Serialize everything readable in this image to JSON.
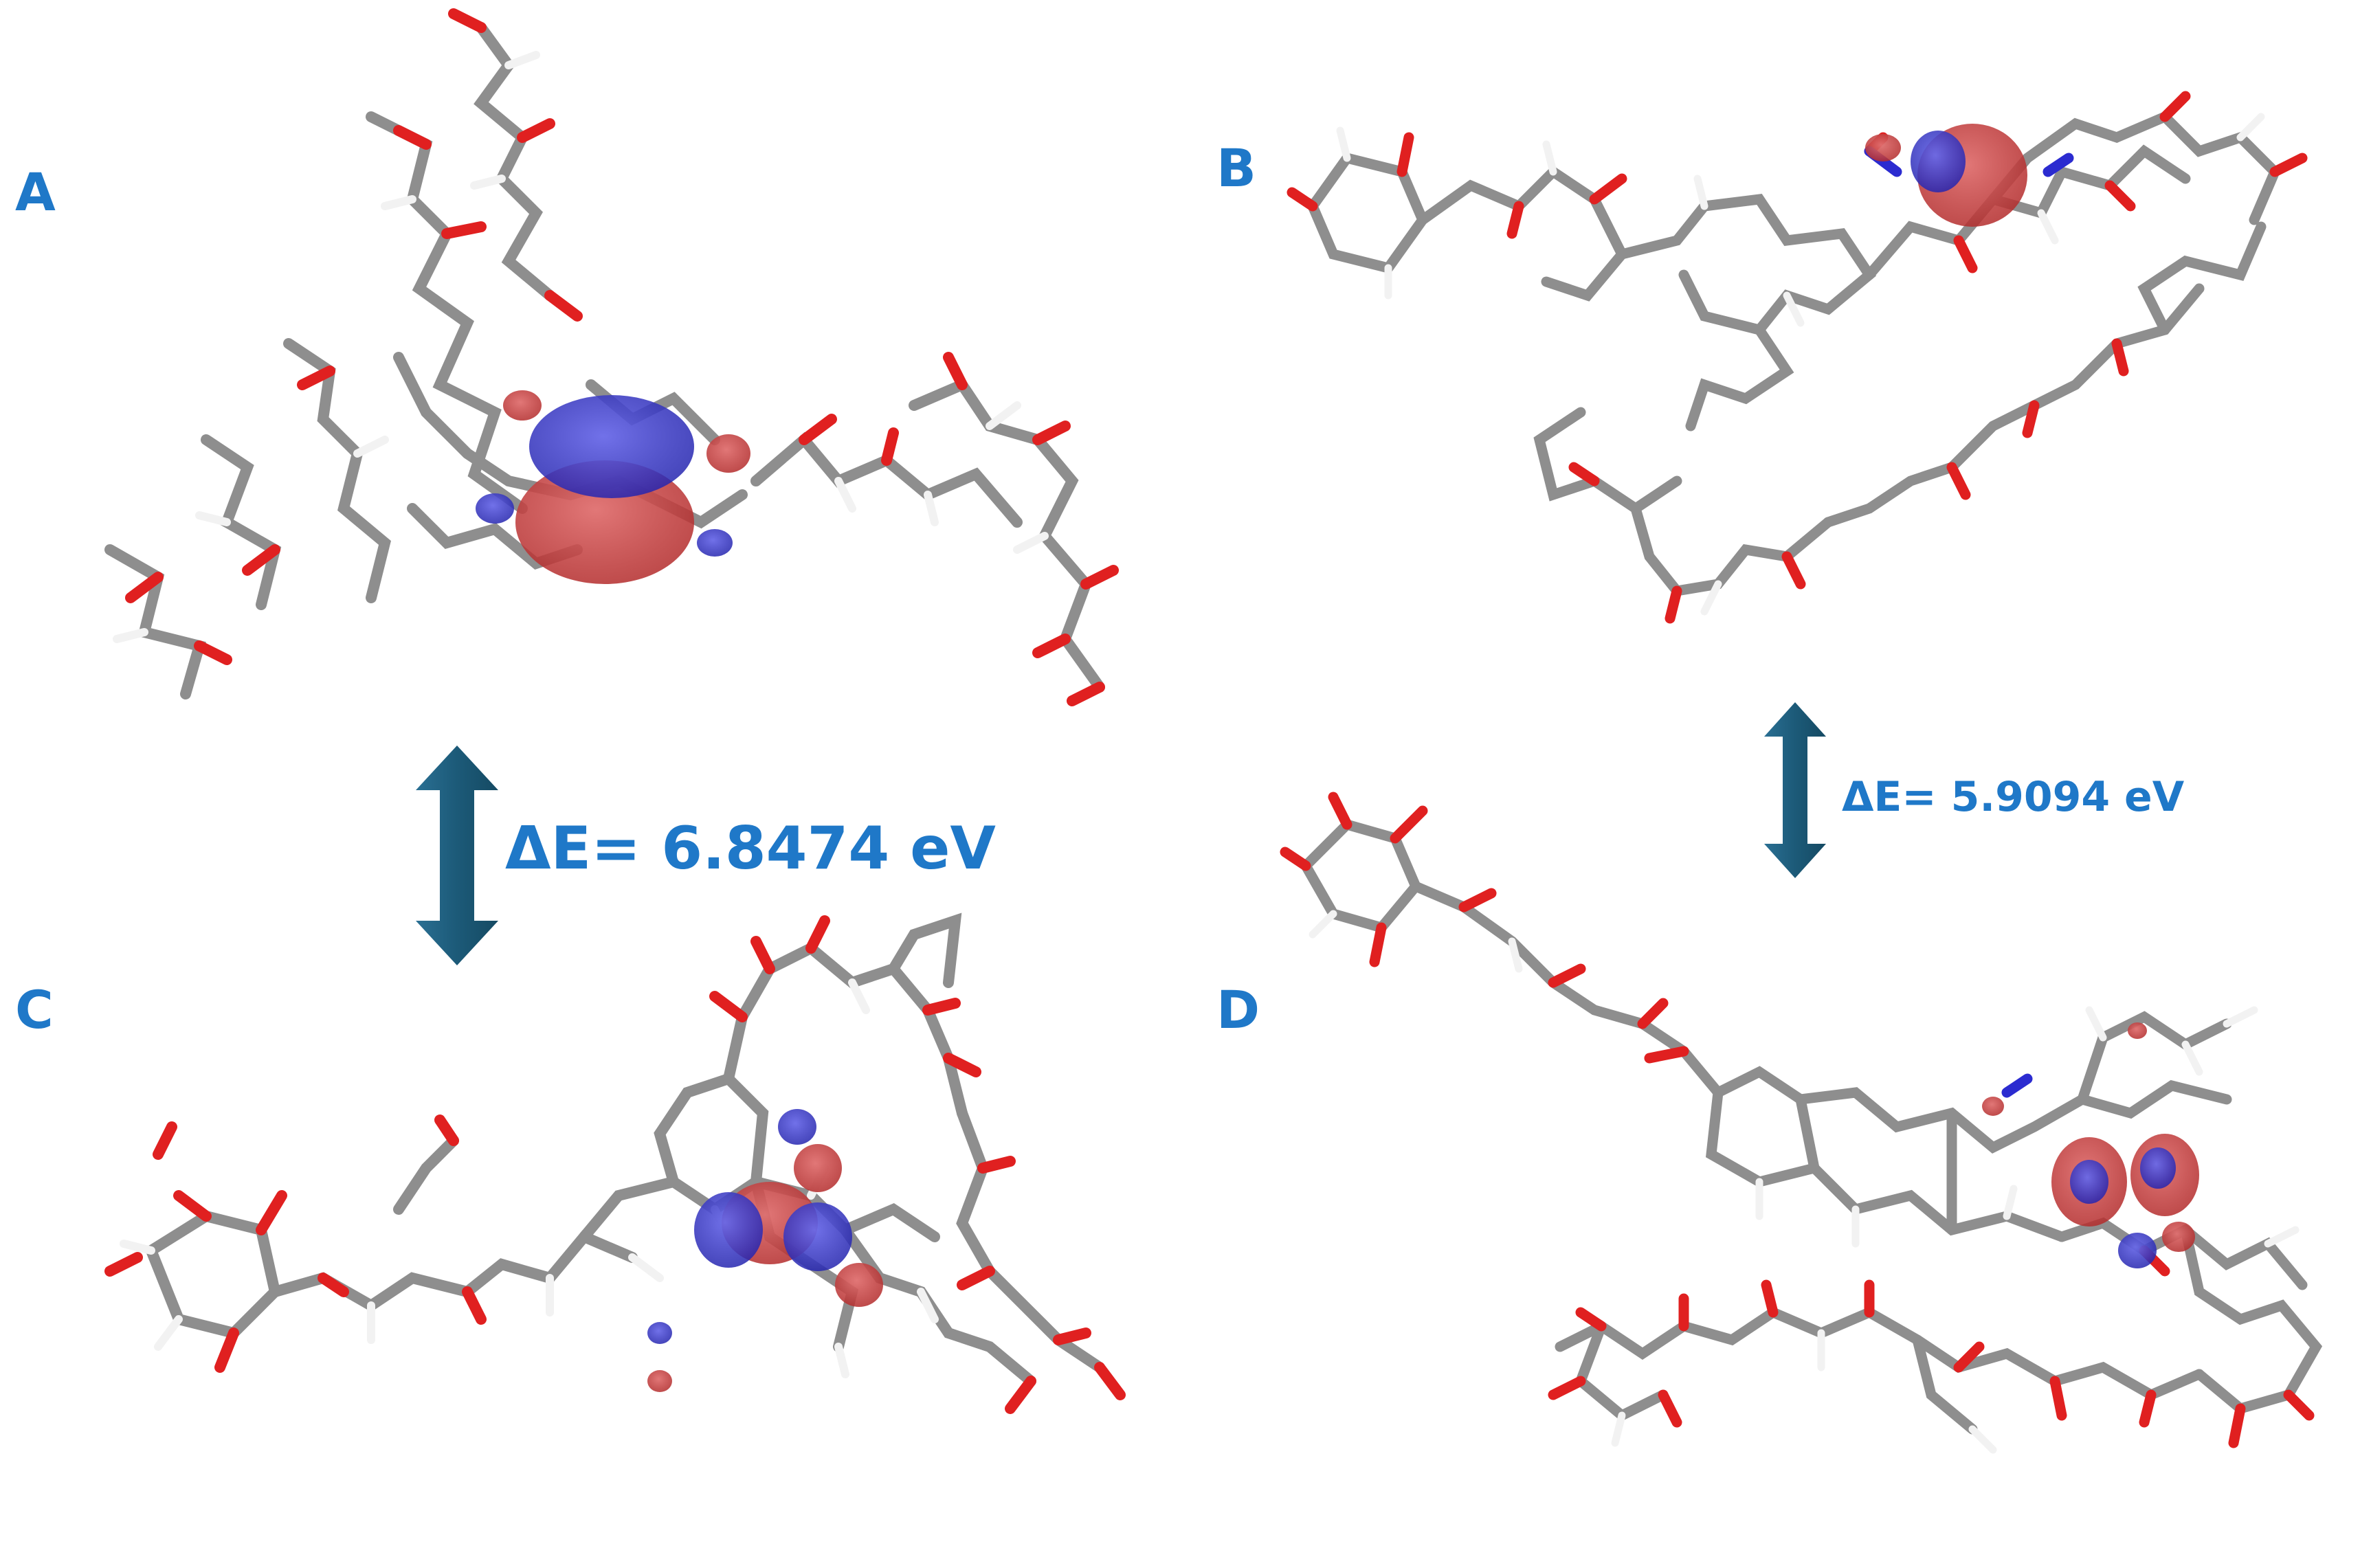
{
  "panels": {
    "a": {
      "label": "A"
    },
    "b": {
      "label": "B"
    },
    "c": {
      "label": "C"
    },
    "d": {
      "label": "D"
    }
  },
  "gaps": {
    "left": {
      "text": "ΔE= 6.8474 eV"
    },
    "right": {
      "text": "ΔE= 5.9094 eV"
    }
  },
  "colors": {
    "label": "#1f78c8",
    "arrow": "#1c5a78",
    "bond": "#8e8e8e",
    "oxygen": "#e02020",
    "nitrogen": "#2b2bd0",
    "hydrogen": "#f2f2f2",
    "orbital_positive": "#c43a3a",
    "orbital_negative": "#3c3cc8"
  }
}
